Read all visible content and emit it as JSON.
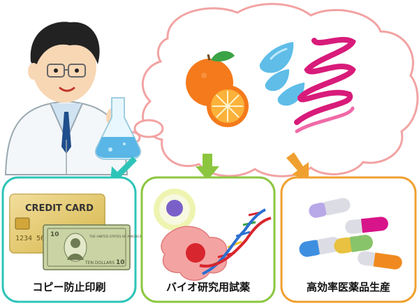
{
  "panels": {
    "left": {
      "label": "コピー防止印刷",
      "border_color": "#2ec4b8"
    },
    "middle": {
      "label": "バイオ研究用試薬",
      "border_color": "#8cc63f"
    },
    "right": {
      "label": "高効率医薬品生産",
      "border_color": "#f0a030"
    }
  },
  "credit_card": {
    "text": "CREDIT CARD",
    "number": "1234 5678",
    "color": "#e9c85a"
  },
  "banknote": {
    "denomination": "10",
    "bottom_text": "TEN DOLLARS",
    "top_text": "THE UNITED STATES OF AMERICA",
    "color": "#c9d3a4"
  },
  "icons": [
    "scientist",
    "flask",
    "thought-cloud",
    "orange-fruit",
    "water-drops",
    "spiral-protein",
    "cell",
    "dna-helix",
    "capsules",
    "arrow"
  ]
}
